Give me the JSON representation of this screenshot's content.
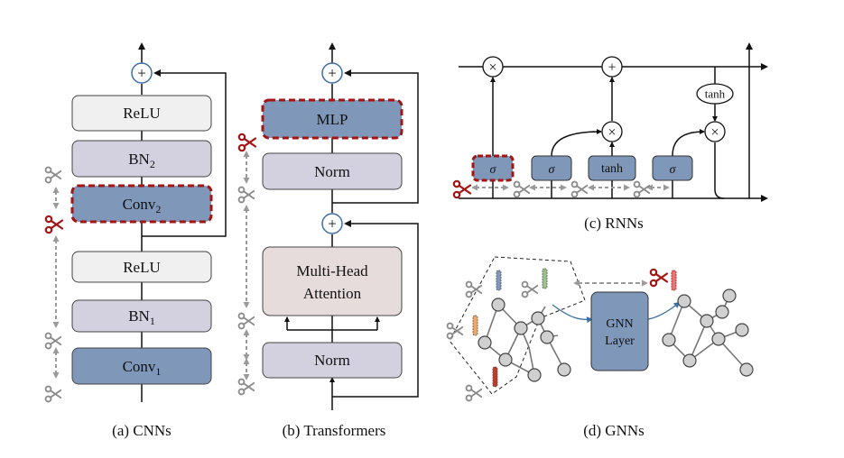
{
  "colors": {
    "relu_fill": "#f0f0f0",
    "bn_fill": "#d3d1df",
    "conv_fill": "#7f97b9",
    "norm_fill": "#d3d1df",
    "attn_fill": "#e6dcdc",
    "mlp_fill": "#7f97b9",
    "cut_red": "#a31515",
    "grey_arrow": "#9a9a9a",
    "node_fill": "#d0d0d0"
  },
  "icons": [
    "scissors-icon",
    "plus-node-icon",
    "times-node-icon",
    "dashed-double-arrow-icon"
  ],
  "cnn": {
    "caption": "(a) CNNs",
    "relu_top": "ReLU",
    "bn2": {
      "base": "BN",
      "sub": "2"
    },
    "conv2": {
      "base": "Conv",
      "sub": "2"
    },
    "relu_bottom": "ReLU",
    "bn1": {
      "base": "BN",
      "sub": "1"
    },
    "conv1": {
      "base": "Conv",
      "sub": "1"
    },
    "plus": "+"
  },
  "transformer": {
    "caption": "(b) Transformers",
    "mlp": "MLP",
    "norm_top": "Norm",
    "attn_line1": "Multi-Head",
    "attn_line2": "Attention",
    "norm_bottom": "Norm",
    "plus": "+"
  },
  "rnn": {
    "caption": "(c) RNNs",
    "sigma": "σ",
    "tanh": "tanh",
    "times": "×",
    "plus": "+"
  },
  "gnn": {
    "caption": "(d) GNNs",
    "layer_line1": "GNN",
    "layer_line2": "Layer"
  }
}
